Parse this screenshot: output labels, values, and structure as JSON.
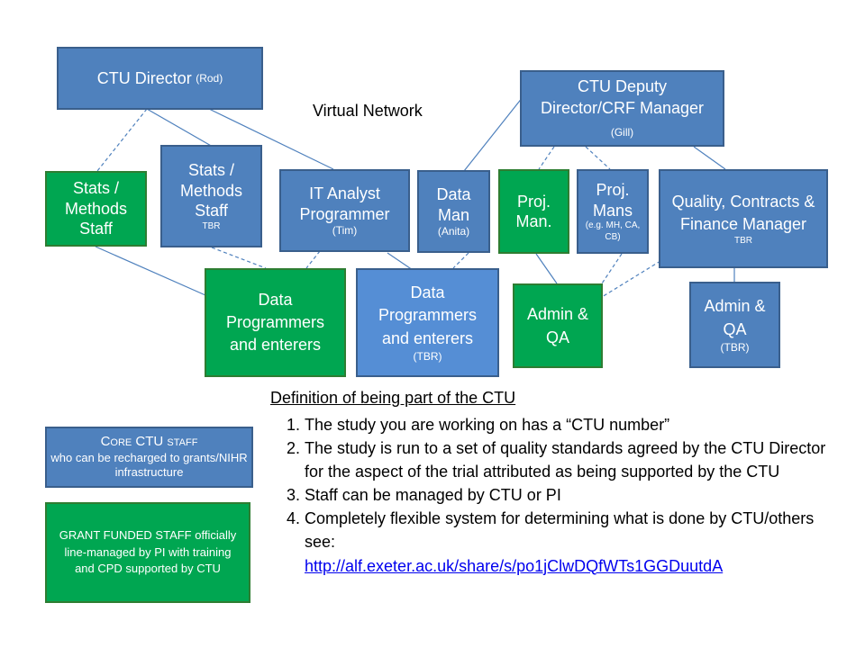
{
  "nodes": {
    "director": {
      "title": "CTU Director",
      "sub": "(Rod)"
    },
    "deputy": {
      "title": "CTU Deputy Director/CRF Manager",
      "sub": "(Gill)"
    },
    "stats_left": {
      "title": "Stats / Methods Staff"
    },
    "stats_tbr": {
      "title": "Stats / Methods Staff",
      "sub": "TBR"
    },
    "it_analyst": {
      "title": "IT Analyst Programmer",
      "sub": "(Tim)"
    },
    "data_man": {
      "title": "Data Man",
      "sub": "(Anita)"
    },
    "proj_man": {
      "title": "Proj. Man."
    },
    "proj_mans": {
      "title": "Proj. Mans",
      "sub": "(e.g. MH, CA, CB)"
    },
    "quality": {
      "title": "Quality, Contracts & Finance Manager",
      "sub": "TBR"
    },
    "data_prog_green": {
      "title": "Data Programmers and enterers"
    },
    "data_prog_blue": {
      "title": "Data Programmers and enterers",
      "sub": "(TBR)"
    },
    "admin_green": {
      "title": "Admin & QA"
    },
    "admin_blue": {
      "title": "Admin & QA",
      "sub": "(TBR)"
    }
  },
  "virtual_network_label": "Virtual Network",
  "legend": {
    "core": {
      "title": "Core CTU staff",
      "desc": "who can be recharged to grants/NIHR infrastructure"
    },
    "grant": {
      "desc": "GRANT FUNDED STAFF officially line-managed by PI with training and CPD supported by CTU"
    }
  },
  "definition": {
    "heading": "Definition of being part of the CTU",
    "items": [
      "The study you are working on has a “CTU number”",
      "The study is run  to a set of quality standards agreed by the CTU Director for the aspect of the trial attributed as being supported by the CTU",
      "Staff can be managed by CTU or PI",
      "Completely flexible system for determining what is done by CTU/others see:"
    ],
    "link": "http://alf.exeter.ac.uk/share/s/po1jClwDQfWTs1GGDuutdA"
  },
  "colors": {
    "core_blue": "#4f81bd",
    "grant_green": "#00a651",
    "tbr_blue": "#558ed5",
    "line": "#4f81bd"
  }
}
